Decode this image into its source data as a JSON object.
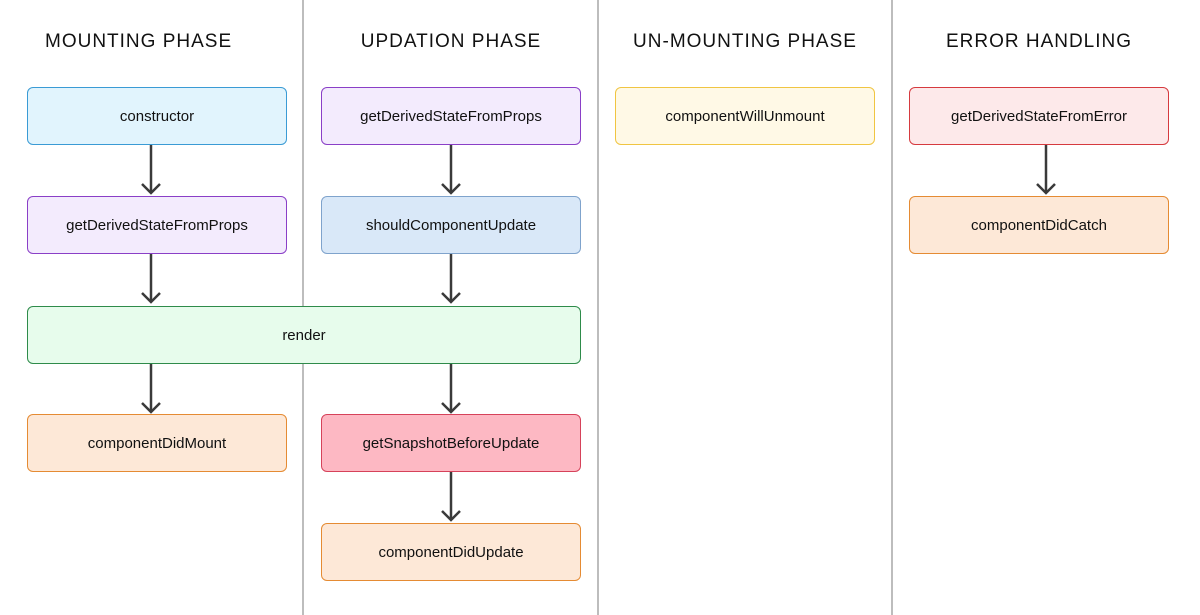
{
  "phases": {
    "mounting": {
      "title": "MOUNTING PHASE",
      "nodes": [
        "constructor",
        "getDerivedStateFromProps",
        "componentDidMount"
      ]
    },
    "updation": {
      "title": "UPDATION PHASE",
      "nodes": [
        "getDerivedStateFromProps",
        "shouldComponentUpdate",
        "getSnapshotBeforeUpdate",
        "componentDidUpdate"
      ]
    },
    "unmounting": {
      "title": "UN-MOUNTING PHASE",
      "nodes": [
        "componentWillUnmount"
      ]
    },
    "error": {
      "title": "ERROR HANDLING",
      "nodes": [
        "getDerivedStateFromError",
        "componentDidCatch"
      ]
    }
  },
  "shared": {
    "render": "render"
  },
  "colors": {
    "blue": {
      "fill": "#e1f4fd",
      "border": "#3a9bd5"
    },
    "purple": {
      "fill": "#f3ebfd",
      "border": "#8a3fc7"
    },
    "green": {
      "fill": "#e7fcec",
      "border": "#2e8b4a"
    },
    "orange": {
      "fill": "#fde8d7",
      "border": "#e58b33"
    },
    "slate": {
      "fill": "#d9e8f8",
      "border": "#7fa3cc"
    },
    "pink": {
      "fill": "#fdb8c3",
      "border": "#d6425a"
    },
    "yellow": {
      "fill": "#fff9e6",
      "border": "#f0c542"
    },
    "red": {
      "fill": "#fde9ea",
      "border": "#d63a3f"
    },
    "arrow": "#3a3a3a",
    "divider": "#bdbdbd"
  },
  "icons": {
    "flow_arrow": "arrow-down-icon"
  }
}
